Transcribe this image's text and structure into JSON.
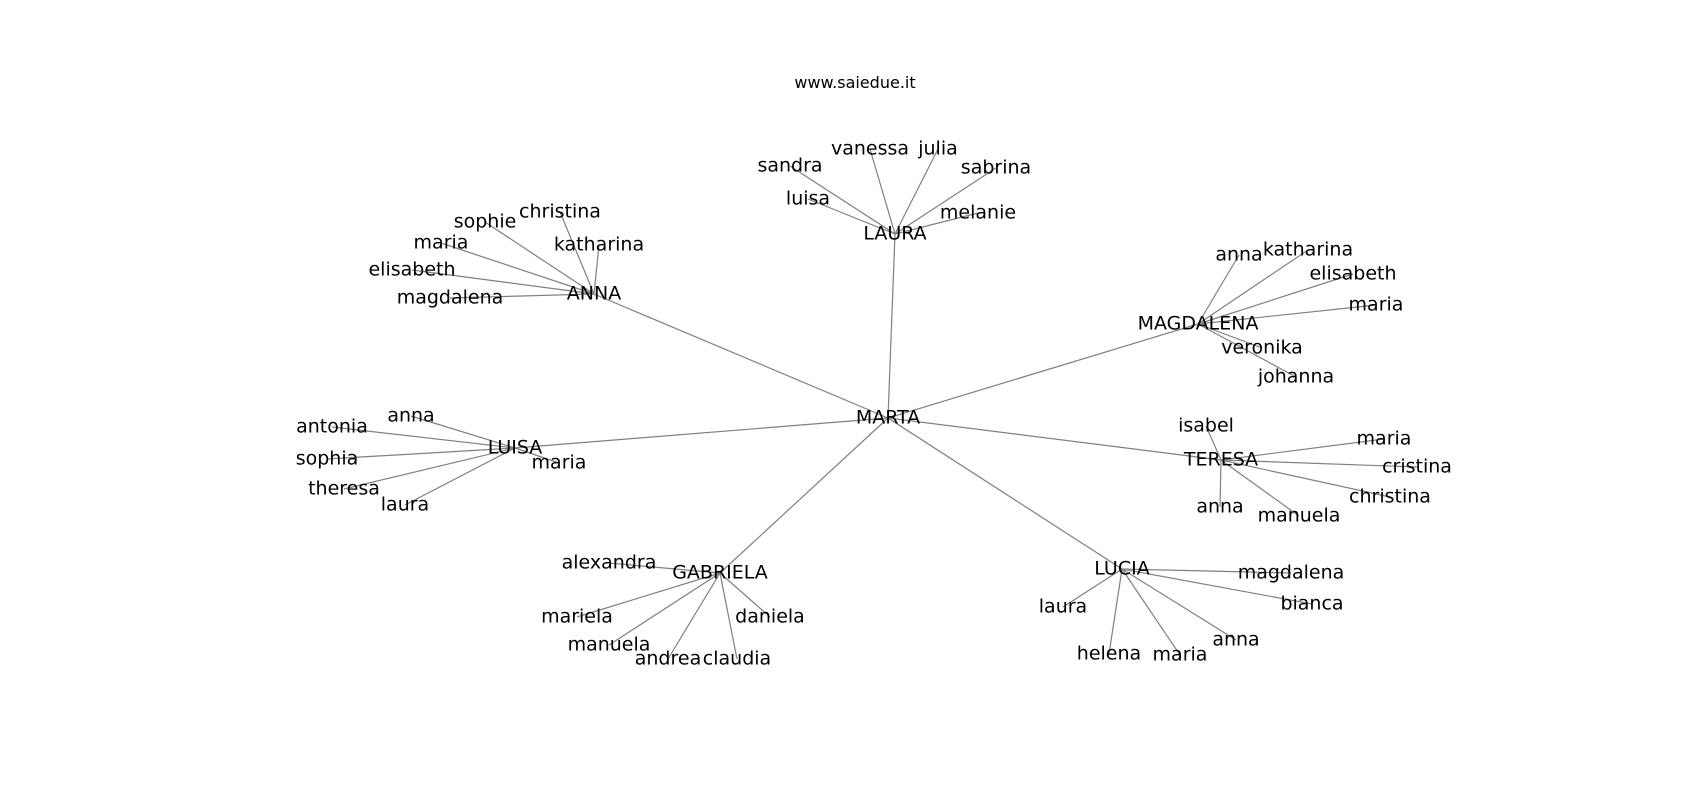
{
  "watermark": "www.saiedue.it",
  "graph": {
    "root": "MARTA",
    "clusters": [
      {
        "name": "LAURA",
        "children": [
          "sandra",
          "vanessa",
          "julia",
          "sabrina",
          "luisa",
          "melanie"
        ]
      },
      {
        "name": "ANNA",
        "children": [
          "christina",
          "sophie",
          "katharina",
          "maria",
          "elisabeth",
          "magdalena"
        ]
      },
      {
        "name": "MAGDALENA",
        "children": [
          "anna",
          "katharina",
          "elisabeth",
          "maria",
          "veronika",
          "johanna"
        ]
      },
      {
        "name": "LUISA",
        "children": [
          "anna",
          "antonia",
          "sophia",
          "theresa",
          "laura",
          "maria"
        ]
      },
      {
        "name": "TERESA",
        "children": [
          "isabel",
          "maria",
          "cristina",
          "christina",
          "anna",
          "manuela"
        ]
      },
      {
        "name": "GABRIELA",
        "children": [
          "alexandra",
          "mariela",
          "manuela",
          "andrea",
          "claudia",
          "daniela"
        ]
      },
      {
        "name": "LUCIA",
        "children": [
          "magdalena",
          "bianca",
          "laura",
          "anna",
          "helena",
          "maria"
        ]
      }
    ]
  }
}
